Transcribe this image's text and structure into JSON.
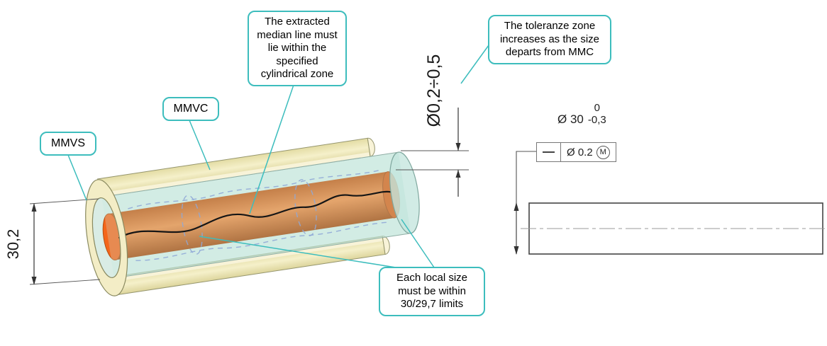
{
  "callouts": {
    "mmvs": "MMVS",
    "mmvc": "MMVC",
    "median_line": "The extracted median line must lie within the specified cylindrical zone",
    "tolerance_zone": "The toleranze zone increases as the size departs from MMC",
    "local_size": "Each local size must be within 30/29,7 limits"
  },
  "dimensions": {
    "mmvs_diameter": "30,2",
    "zone_diameter": "Ø0,2÷0,5"
  },
  "drawing": {
    "size_label": "Ø 30",
    "upper_deviation": "0",
    "lower_deviation": "-0,3",
    "fcf": {
      "characteristic": "straightness",
      "tolerance": "Ø 0.2",
      "modifier": "M"
    }
  },
  "colors": {
    "callout_border": "#3dbdbd",
    "shell_yellow": "#f1ebc0",
    "zone_teal": "#bfe3d9",
    "core_orange": "#e8661e",
    "dashed_blue": "#7b8fd4"
  }
}
